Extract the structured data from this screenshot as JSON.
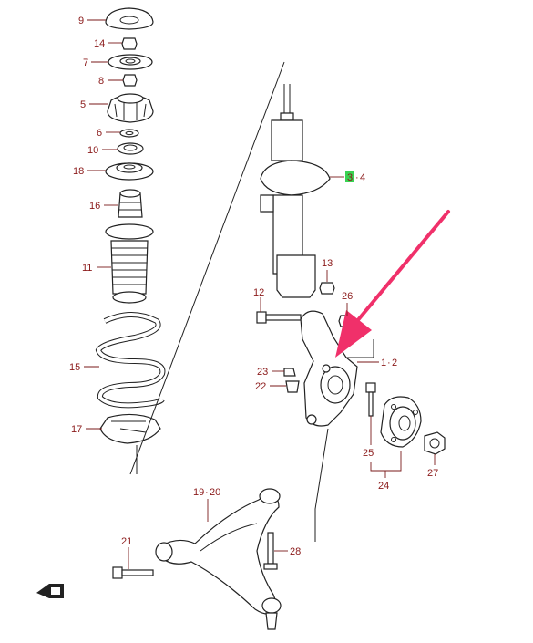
{
  "diagram": {
    "callouts": {
      "c9": "9",
      "c14": "14",
      "c7": "7",
      "c8": "8",
      "c5": "5",
      "c6": "6",
      "c10": "10",
      "c18": "18",
      "c16": "16",
      "c11": "11",
      "c15": "15",
      "c17": "17",
      "c3": "3",
      "c4": "4",
      "c13": "13",
      "c12": "12",
      "c26": "26",
      "c1": "1",
      "c2": "2",
      "c23": "23",
      "c22": "22",
      "c25": "25",
      "c24": "24",
      "c27": "27",
      "c19": "19",
      "c20": "20",
      "c21": "21",
      "c28": "28"
    },
    "separator": "·",
    "colors": {
      "callout_text": "#8b1a1a",
      "highlight_fill": "#39d353",
      "arrow": "#f0306a",
      "line": "#222222"
    },
    "icons": {
      "front_arrow": "front-direction-icon",
      "pointer": "pink-pointer-arrow"
    }
  }
}
